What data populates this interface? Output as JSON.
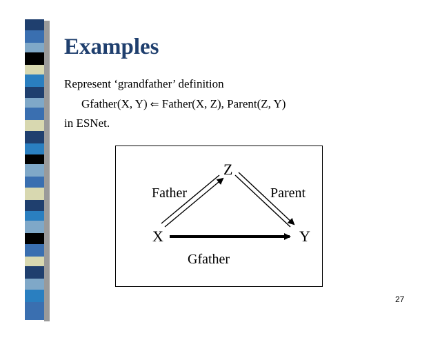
{
  "slide": {
    "title": "Examples",
    "lines": [
      "Represent ‘grandfather’ definition",
      "in ESNet."
    ],
    "rule": {
      "head": "Gfather(X, Y)",
      "arrow": "⇐",
      "body": "Father(X, Z), Parent(Z, Y)"
    },
    "page_number": "27"
  },
  "diagram": {
    "nodes": [
      "X",
      "Z",
      "Y"
    ],
    "edges": [
      {
        "from": "X",
        "to": "Z",
        "label": "Father"
      },
      {
        "from": "Z",
        "to": "Y",
        "label": "Parent"
      },
      {
        "from": "X",
        "to": "Y",
        "label": "Gfather"
      }
    ]
  },
  "colors": {
    "title": "#1f3f6e",
    "strip": [
      "#1f3f6e",
      "#3a6fb0",
      "#000000",
      "#7fa8c8",
      "#d8d8b0",
      "#2a7fc0"
    ]
  }
}
